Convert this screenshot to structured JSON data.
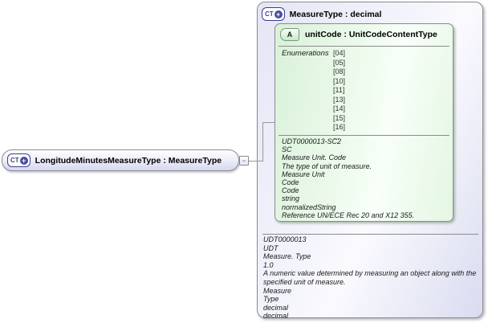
{
  "element_node": {
    "icon": "CT",
    "icon_plus": "+",
    "label": "LongitudeMinutesMeasureType : MeasureType"
  },
  "type_node": {
    "icon": "CT",
    "icon_plus": "+",
    "title": "MeasureType : decimal",
    "annotation": [
      "UDT0000013",
      "UDT",
      "Measure. Type",
      "1.0",
      "A numeric value determined by measuring an object along with the specified unit of measure.",
      "Measure",
      "Type",
      "decimal",
      "decimal"
    ]
  },
  "attribute_node": {
    "icon": "A",
    "title": "unitCode : UnitCodeContentType",
    "enumerations_label": "Enumerations",
    "enumerations": [
      "[04]",
      "[05]",
      "[08]",
      "[10]",
      "[11]",
      "[13]",
      "[14]",
      "[15]",
      "[16]",
      "..."
    ],
    "annotation": [
      "UDT0000013-SC2",
      "SC",
      "Measure Unit. Code",
      "The type of unit of measure.",
      "Measure Unit",
      "Code",
      "Code",
      "string",
      "normalizedString",
      "Reference UN/ECE Rec 20 and X12 355."
    ]
  },
  "connector": {
    "collapse_glyph": "−"
  },
  "colors": {
    "lavender_box": "#dcdef2",
    "green_box": "#e3f6e3",
    "icon_navy": "#3d3d8f",
    "border_gray": "#8c8c8c"
  }
}
